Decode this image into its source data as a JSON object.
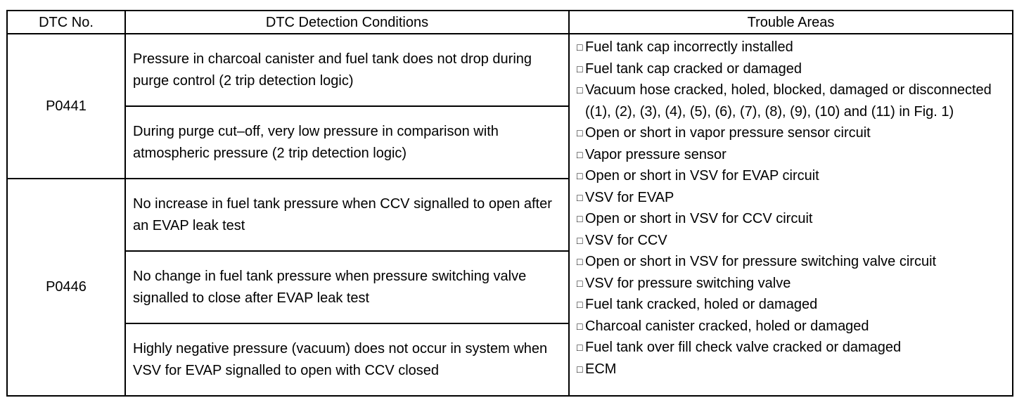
{
  "table": {
    "headers": {
      "code": "DTC No.",
      "conditions": "DTC Detection Conditions",
      "areas": "Trouble Areas"
    },
    "groups": [
      {
        "code": "P0441",
        "conditions": [
          "Pressure in charcoal canister and fuel tank does not drop during purge control (2 trip detection logic)",
          "During purge cut–off, very low pressure in comparison with atmospheric pressure (2 trip detection logic)"
        ]
      },
      {
        "code": "P0446",
        "conditions": [
          "No increase in fuel tank pressure when CCV signalled to open after an EVAP leak test",
          "No change in fuel tank pressure when pressure switching valve signalled to close after EVAP leak test",
          "Highly negative pressure (vacuum) does not occur in system when VSV for EVAP signalled to open with CCV closed"
        ]
      }
    ],
    "bullet": "□",
    "trouble_areas": [
      "Fuel tank cap incorrectly installed",
      "Fuel tank cap cracked or damaged",
      "Vacuum hose cracked, holed, blocked, damaged or disconnected ((1), (2), (3), (4), (5), (6), (7), (8), (9), (10) and (11) in Fig. 1)",
      "Open or short in vapor pressure sensor circuit",
      "Vapor pressure sensor",
      "Open or short in VSV for EVAP circuit",
      "VSV for EVAP",
      "Open or short in VSV for CCV circuit",
      "VSV for CCV",
      "Open or short in VSV for pressure switching valve circuit",
      "VSV for pressure switching valve",
      "Fuel tank cracked, holed or damaged",
      "Charcoal canister cracked, holed or damaged",
      "Fuel tank over fill check valve cracked or damaged",
      "ECM"
    ]
  }
}
